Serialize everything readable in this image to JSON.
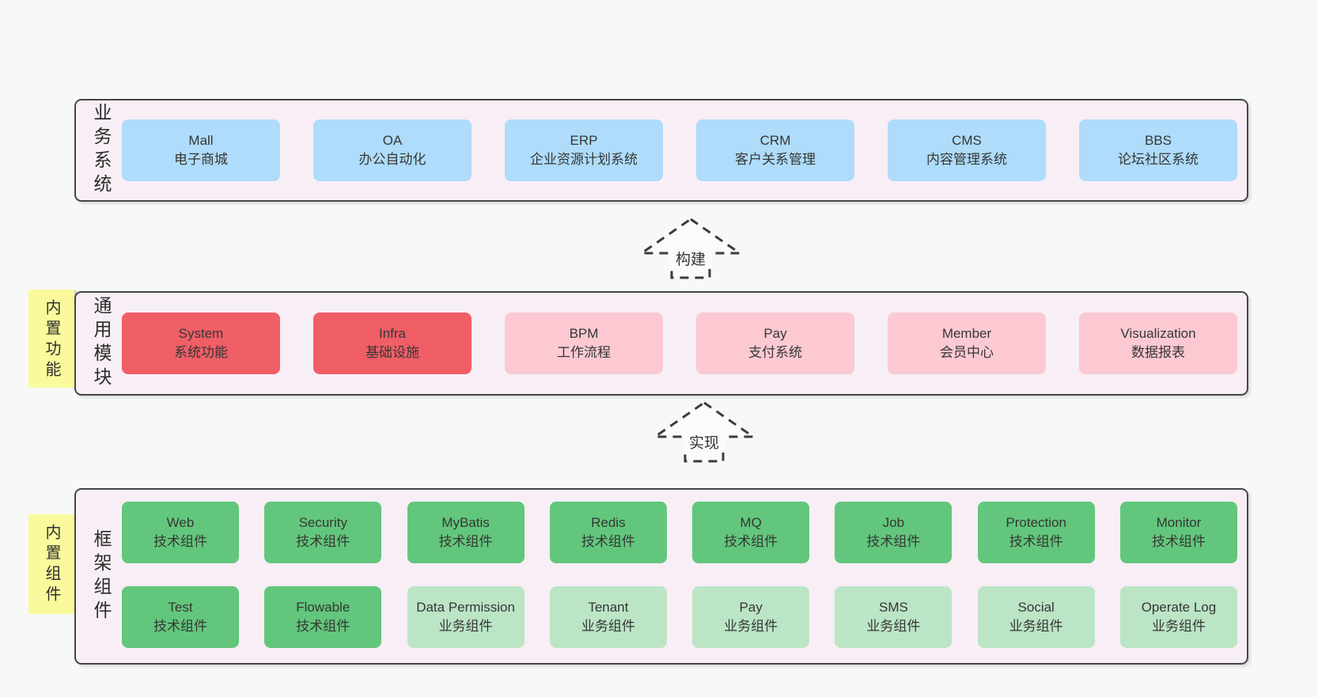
{
  "colors": {
    "page_bg": "#f8f8f8",
    "layer_bg": "#f8eef6",
    "layer_border": "#454545",
    "box_blue": "#aedcfa",
    "box_red": "#f05e66",
    "box_pink": "#fcc9d3",
    "box_green": "#62c77c",
    "box_green_light": "#bbe5c5",
    "note_yellow": "#fafa9d",
    "note_fold_gray": "#c2c2c2",
    "text": "#363636"
  },
  "arrows": [
    {
      "label": "构建"
    },
    {
      "label": "实现"
    }
  ],
  "layers": [
    {
      "label": "业务系统",
      "boxes": [
        {
          "name": "Mall",
          "subtitle": "电子商城"
        },
        {
          "name": "OA",
          "subtitle": "办公自动化"
        },
        {
          "name": "ERP",
          "subtitle": "企业资源计划系统"
        },
        {
          "name": "CRM",
          "subtitle": "客户关系管理"
        },
        {
          "name": "CMS",
          "subtitle": "内容管理系统"
        },
        {
          "name": "BBS",
          "subtitle": "论坛社区系统"
        }
      ]
    },
    {
      "label": "通用模块",
      "note": "内置功能",
      "boxes": [
        {
          "name": "System",
          "subtitle": "系统功能"
        },
        {
          "name": "Infra",
          "subtitle": "基础设施"
        },
        {
          "name": "BPM",
          "subtitle": "工作流程"
        },
        {
          "name": "Pay",
          "subtitle": "支付系统"
        },
        {
          "name": "Member",
          "subtitle": "会员中心"
        },
        {
          "name": "Visualization",
          "subtitle": "数据报表"
        }
      ]
    },
    {
      "label": "框架组件",
      "note": "内置组件",
      "rows": [
        [
          {
            "name": "Web",
            "subtitle": "技术组件"
          },
          {
            "name": "Security",
            "subtitle": "技术组件"
          },
          {
            "name": "MyBatis",
            "subtitle": "技术组件"
          },
          {
            "name": "Redis",
            "subtitle": "技术组件"
          },
          {
            "name": "MQ",
            "subtitle": "技术组件"
          },
          {
            "name": "Job",
            "subtitle": "技术组件"
          },
          {
            "name": "Protection",
            "subtitle": "技术组件"
          },
          {
            "name": "Monitor",
            "subtitle": "技术组件"
          }
        ],
        [
          {
            "name": "Test",
            "subtitle": "技术组件"
          },
          {
            "name": "Flowable",
            "subtitle": "技术组件"
          },
          {
            "name": "Data Permission",
            "subtitle": "业务组件"
          },
          {
            "name": "Tenant",
            "subtitle": "业务组件"
          },
          {
            "name": "Pay",
            "subtitle": "业务组件"
          },
          {
            "name": "SMS",
            "subtitle": "业务组件"
          },
          {
            "name": "Social",
            "subtitle": "业务组件"
          },
          {
            "name": "Operate Log",
            "subtitle": "业务组件"
          }
        ]
      ]
    }
  ]
}
